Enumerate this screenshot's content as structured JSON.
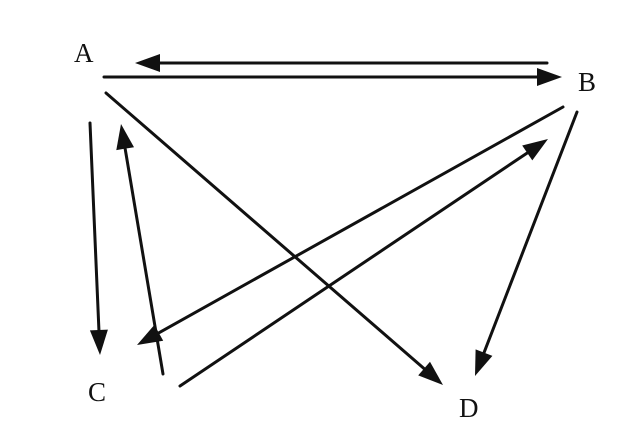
{
  "nodes": [
    {
      "id": "A",
      "label": "A"
    },
    {
      "id": "B",
      "label": "B"
    },
    {
      "id": "C",
      "label": "C"
    },
    {
      "id": "D",
      "label": "D"
    }
  ],
  "edges": [
    {
      "from": "B",
      "to": "A"
    },
    {
      "from": "A",
      "to": "B"
    },
    {
      "from": "A",
      "to": "C"
    },
    {
      "from": "C",
      "to": "A"
    },
    {
      "from": "A",
      "to": "D"
    },
    {
      "from": "B",
      "to": "C"
    },
    {
      "from": "C",
      "to": "B"
    },
    {
      "from": "B",
      "to": "D"
    }
  ],
  "colors": {
    "stroke": "#111111",
    "background": "#ffffff"
  }
}
